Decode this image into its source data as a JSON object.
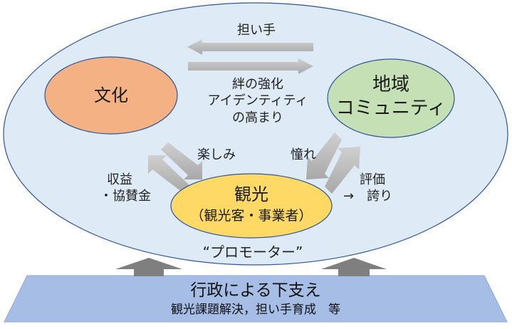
{
  "diagram": {
    "nodes": {
      "culture": {
        "label": "文化",
        "color": "#f4b183"
      },
      "community": {
        "label_line1": "地域",
        "label_line2": "コミュニティ",
        "color": "#c5e0b4"
      },
      "tourism": {
        "label": "観光",
        "sublabel": "（観光客・事業者）",
        "color": "#ffd966"
      }
    },
    "outer_ellipse": {
      "color": "#deebf7"
    },
    "edges": {
      "bearer": "担い手",
      "bond_line1": "絆の強化",
      "bond_line2": "アイデンティティ",
      "bond_line3": "の高まり",
      "enjoy": "楽しみ",
      "revenue_line1": "収益",
      "revenue_line2": "・協賛金",
      "longing": "憧れ",
      "eval_line1": "評価",
      "eval_line2": "→　誇り"
    },
    "promoter_label": "“プロモーター”",
    "support": {
      "title": "行政による下支え",
      "subtitle": "観光課題解決，担い手育成　等",
      "color": "#a6bde6"
    }
  }
}
